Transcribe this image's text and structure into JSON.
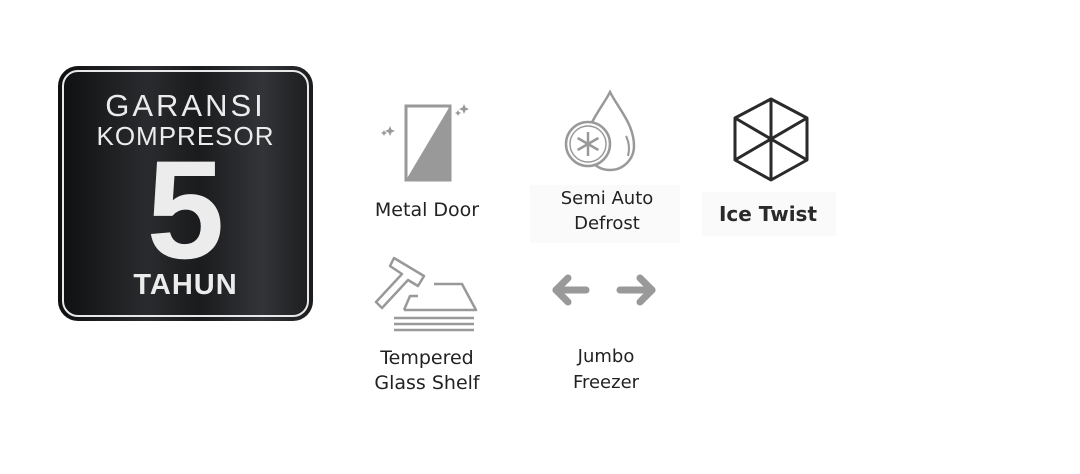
{
  "badge": {
    "line1": "GARANSI",
    "line2": "KOMPRESOR",
    "number": "5",
    "unit": "TAHUN"
  },
  "features": [
    {
      "icon": "metal-door-icon",
      "line1": "Metal Door"
    },
    {
      "icon": "defrost-drop-icon",
      "line1": "Semi Auto",
      "line2": "Defrost"
    },
    {
      "icon": "ice-cube-icon",
      "line1": "Ice Twist"
    },
    {
      "icon": "tempered-glass-hammer-icon",
      "line1": "Tempered",
      "line2": "Glass Shelf"
    },
    {
      "icon": "expand-arrows-icon",
      "line1": "Jumbo",
      "line2": "Freezer"
    }
  ],
  "colors": {
    "icon_gray": "#999999",
    "icon_dark": "#2a2a2a",
    "badge_bg": "#1c1d1f"
  }
}
